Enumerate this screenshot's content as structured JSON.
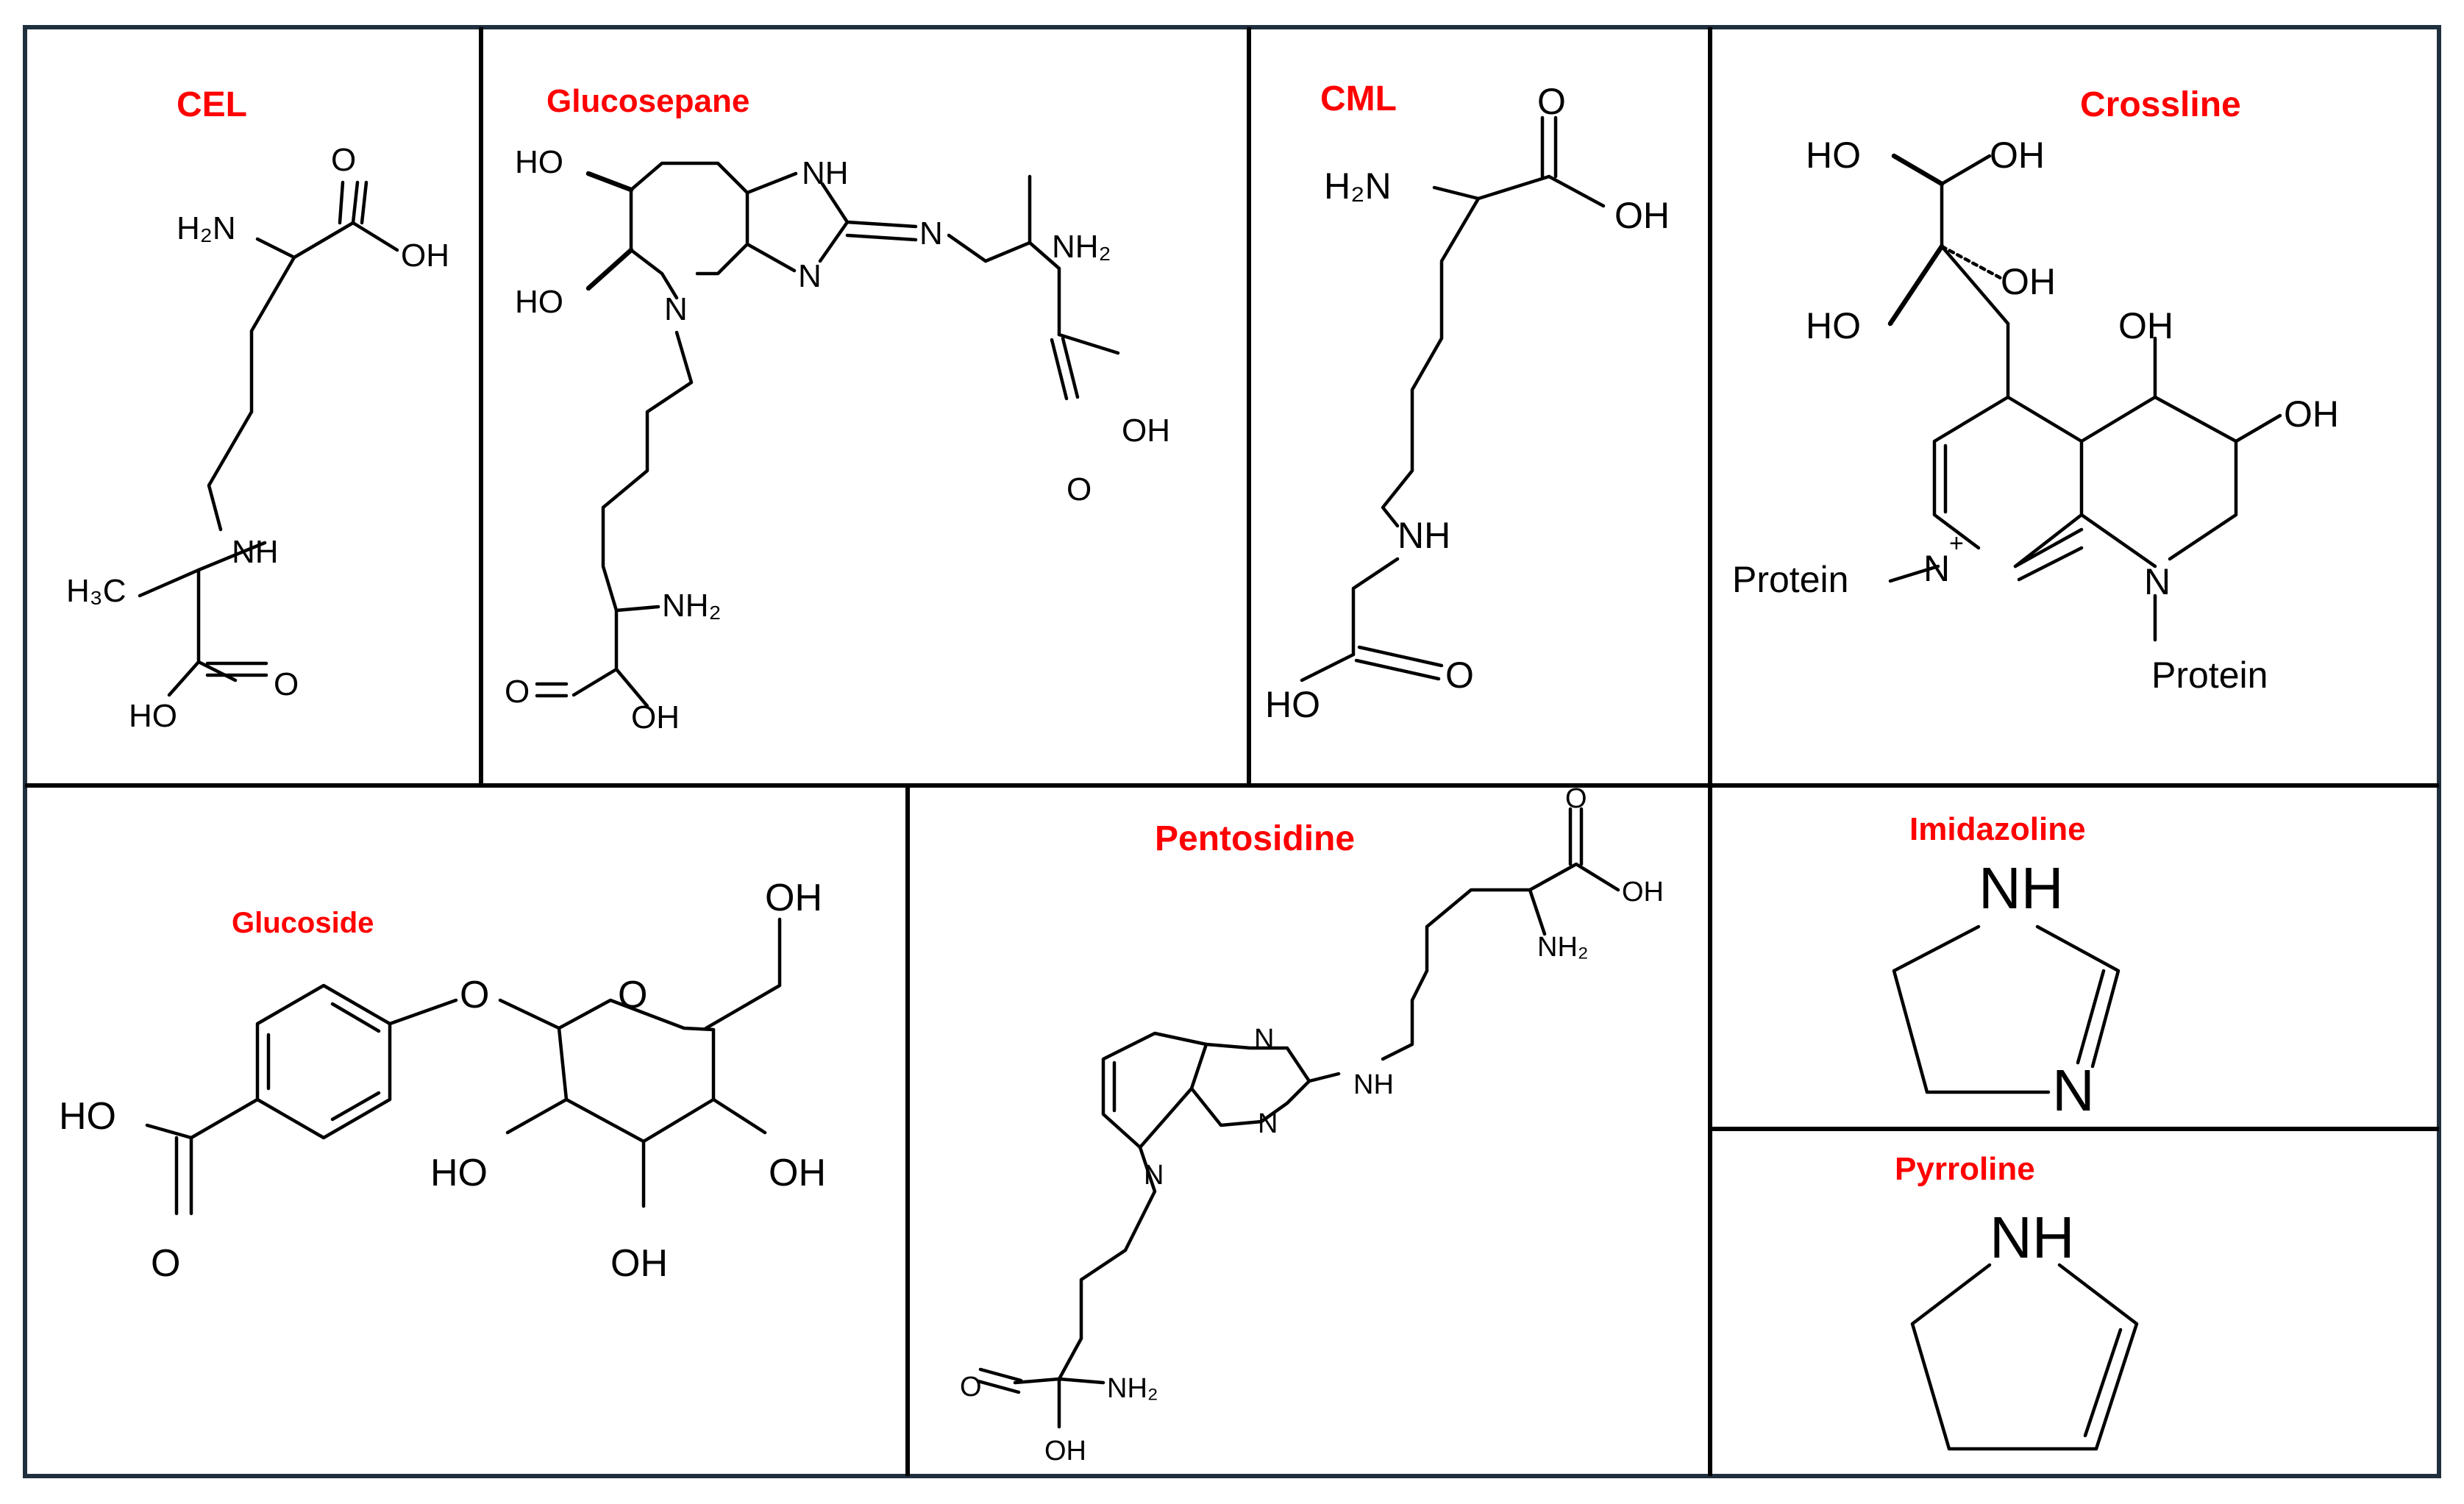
{
  "colors": {
    "label": "#ff0000",
    "ink": "#000000",
    "frame": "#1f2f3d",
    "background": "#ffffff"
  },
  "panels": {
    "cel": {
      "title": "CEL",
      "atoms": {
        "nh2": "H₂N",
        "o": "O",
        "oh": "OH",
        "nh": "NH",
        "h3c": "H₃C",
        "o2": "O",
        "ho": "HO"
      }
    },
    "glucosepane": {
      "title": "Glucosepane",
      "atoms": {
        "ho1": "HO",
        "ho2": "HO",
        "nh": "NH",
        "n_imine": "N",
        "n_ring": "N",
        "n_ring2": "N",
        "nh2_top": "NH₂",
        "oh": "OH",
        "o_acid": "O",
        "nh2_bottom": "NH₂",
        "o_bottom": "O",
        "oh_bottom": "OH"
      }
    },
    "cml": {
      "title": "CML",
      "atoms": {
        "o": "O",
        "nh2": "H₂N",
        "oh": "OH",
        "nh": "NH",
        "ho": "HO",
        "o2": "O"
      }
    },
    "crossline": {
      "title": "Crossline",
      "atoms": {
        "ho1": "HO",
        "oh1": "OH",
        "oh2": "OH",
        "ho2": "HO",
        "oh3": "OH",
        "oh4": "OH",
        "n_plus": "N",
        "plus": "+",
        "protein1": "Protein",
        "n2": "N",
        "protein2": "Protein"
      }
    },
    "glucoside": {
      "title": "Glucoside",
      "atoms": {
        "oh_top": "OH",
        "o_ether": "O",
        "o_ring": "O",
        "ho_acid": "HO",
        "o_acid": "O",
        "ho_left": "HO",
        "oh_right": "OH",
        "oh_bottom": "OH"
      }
    },
    "pentosidine": {
      "title": "Pentosidine",
      "atoms": {
        "o_top": "O",
        "oh_top": "OH",
        "nh2_top": "NH₂",
        "n1": "N",
        "n2": "N",
        "nh": "NH",
        "n_py": "N",
        "o_bottom": "O",
        "nh2_bottom": "NH₂",
        "oh_bottom": "OH"
      }
    },
    "imidazoline": {
      "title": "Imidazoline",
      "atoms": {
        "nh": "NH",
        "n": "N"
      }
    },
    "pyrroline": {
      "title": "Pyrroline",
      "atoms": {
        "nh": "NH"
      }
    }
  }
}
